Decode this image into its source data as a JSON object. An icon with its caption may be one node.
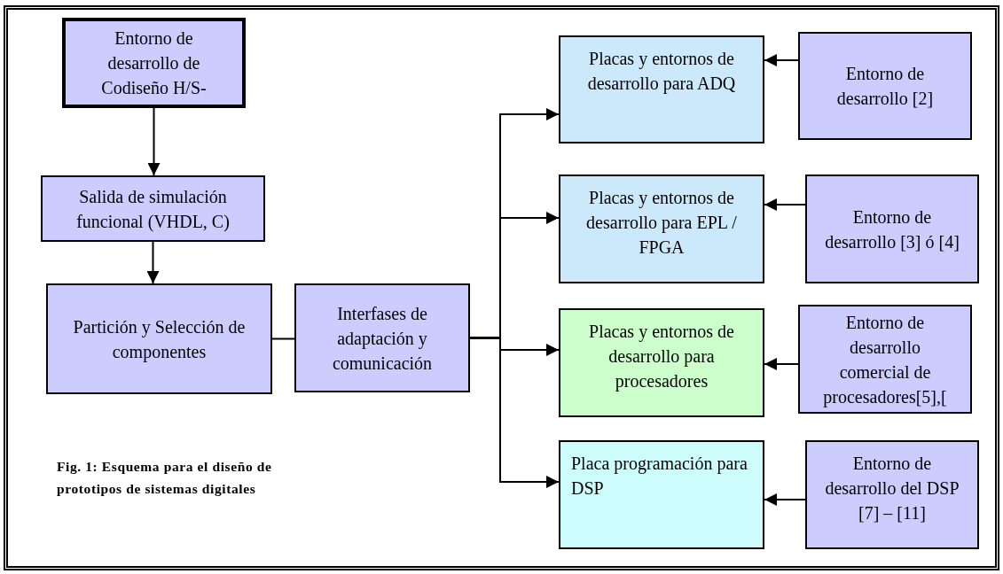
{
  "diagram": {
    "caption": "Fig. 1: Esquema para el diseño de prototipos de sistemas digitales",
    "nodes": [
      {
        "text": [
          "Entorno de desarrollo de Codiseño H/S-"
        ]
      },
      {
        "text": [
          "Salida de simulación funcional (VHDL, C)"
        ]
      },
      {
        "text": [
          "Partición y Selección de componentes"
        ]
      },
      {
        "text": [
          "Interfases de adaptación y comunicación"
        ]
      },
      {
        "text": [
          "Placas y entornos de desarrollo para ADQ"
        ]
      },
      {
        "text": [
          "Entorno de desarrollo [2]"
        ]
      },
      {
        "text": [
          "Placas y entornos de desarrollo para EPL / FPGA"
        ]
      },
      {
        "text": [
          "Entorno de desarrollo [3] ó [4]"
        ]
      },
      {
        "text": [
          "Placas y entornos de desarrollo para procesadores"
        ]
      },
      {
        "text": [
          "Entorno de desarrollo comercial de procesadores[5],["
        ]
      },
      {
        "text": [
          "Placa programación para DSP"
        ]
      },
      {
        "text": [
          "Entorno de desarrollo del DSP [7] – [11]"
        ]
      }
    ],
    "edges": [
      {
        "from": 0,
        "to": 1,
        "arrow": "to"
      },
      {
        "from": 1,
        "to": 2,
        "arrow": "to"
      },
      {
        "from": 2,
        "to": 3,
        "arrow": "none"
      },
      {
        "from": 3,
        "to": 4,
        "arrow": "to"
      },
      {
        "from": 3,
        "to": 6,
        "arrow": "to"
      },
      {
        "from": 3,
        "to": 8,
        "arrow": "to"
      },
      {
        "from": 3,
        "to": 10,
        "arrow": "to"
      },
      {
        "from": 5,
        "to": 4,
        "arrow": "to"
      },
      {
        "from": 7,
        "to": 6,
        "arrow": "to"
      },
      {
        "from": 9,
        "to": 8,
        "arrow": "to"
      },
      {
        "from": 11,
        "to": 10,
        "arrow": "to"
      }
    ]
  }
}
